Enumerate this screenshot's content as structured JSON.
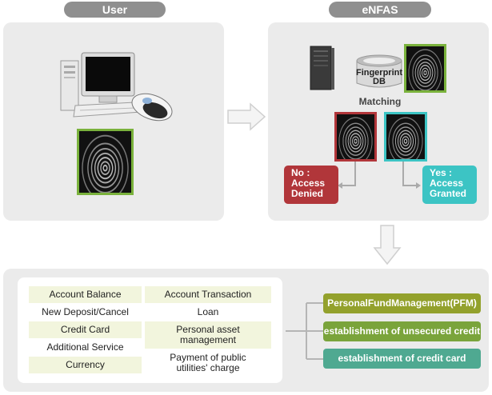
{
  "headers": {
    "user": "User",
    "enfas": "eNFAS"
  },
  "enfas": {
    "db_label_line1": "Fingerprint",
    "db_label_line2": "DB",
    "matching": "Matching",
    "no_line1": "No :",
    "no_line2": "Access",
    "no_line3": "Denied",
    "yes_line1": "Yes :",
    "yes_line2": "Access",
    "yes_line3": "Granted"
  },
  "services": {
    "left": [
      "Account Balance",
      "New Deposit/Cancel",
      "Credit Card",
      "Additional Service",
      "Currency"
    ],
    "right": [
      {
        "line1": "Account Transaction",
        "line2": ""
      },
      {
        "line1": "Loan",
        "line2": ""
      },
      {
        "line1": "Personal asset",
        "line2": "management"
      },
      {
        "line1": "Payment of public",
        "line2": "utilities' charge"
      }
    ]
  },
  "features": [
    {
      "label": "PersonalFundManagement(PFM)",
      "color": "#93a12c"
    },
    {
      "label": "establishment of unsecured credit",
      "color": "#7aa43b"
    },
    {
      "label": "establishment of  credit card",
      "color": "#4fa991"
    }
  ],
  "colors": {
    "green": "#7ab23c",
    "red": "#b1363a",
    "teal": "#3cc4c4",
    "pill": "#8f8f8f",
    "panel": "#ebebeb"
  },
  "icons": [
    "computer-icon",
    "mouse-icon",
    "server-icon",
    "database-icon",
    "fingerprint-icon"
  ]
}
